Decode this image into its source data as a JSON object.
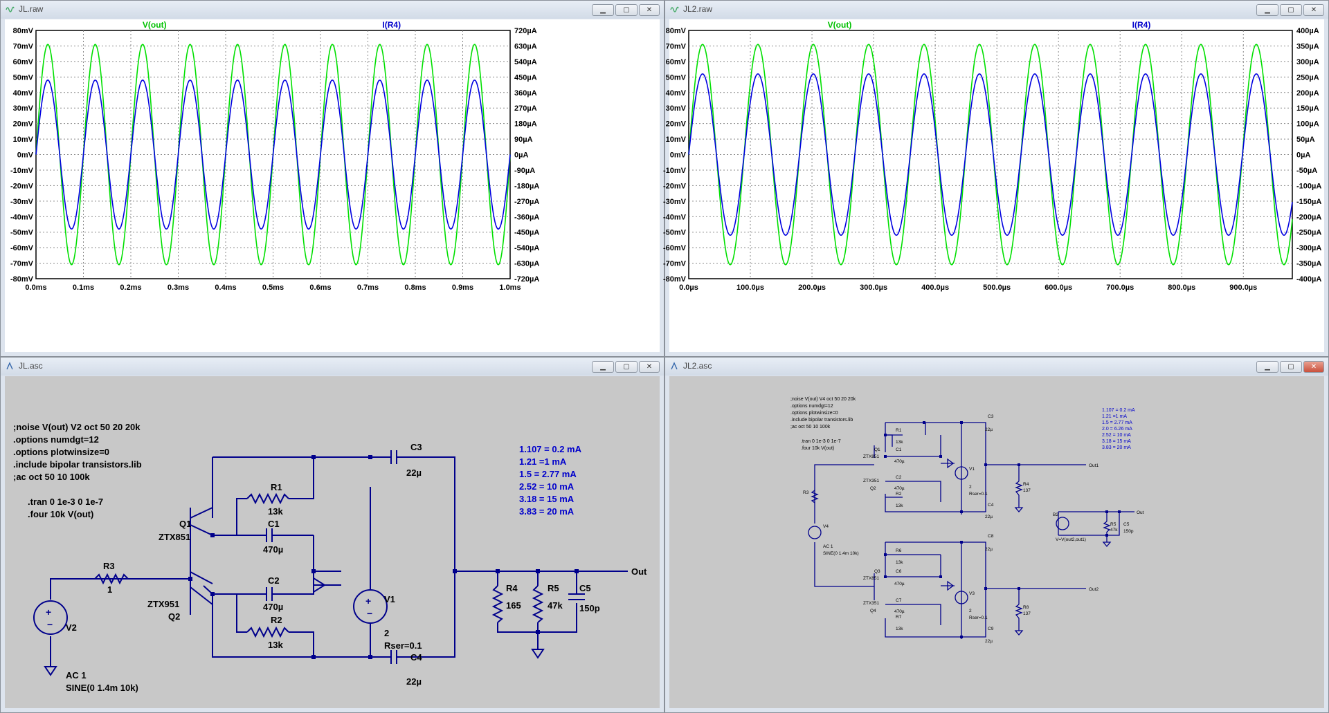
{
  "windows": {
    "plot1": {
      "title": "JL.raw",
      "trace_left": "V(out)",
      "trace_right": "I(R4)",
      "y_left_ticks": [
        "80mV",
        "70mV",
        "60mV",
        "50mV",
        "40mV",
        "30mV",
        "20mV",
        "10mV",
        "0mV",
        "-10mV",
        "-20mV",
        "-30mV",
        "-40mV",
        "-50mV",
        "-60mV",
        "-70mV",
        "-80mV"
      ],
      "y_right_ticks": [
        "720µA",
        "630µA",
        "540µA",
        "450µA",
        "360µA",
        "270µA",
        "180µA",
        "90µA",
        "0µA",
        "-90µA",
        "-180µA",
        "-270µA",
        "-360µA",
        "-450µA",
        "-540µA",
        "-630µA",
        "-720µA"
      ],
      "x_ticks": [
        "0.0ms",
        "0.1ms",
        "0.2ms",
        "0.3ms",
        "0.4ms",
        "0.5ms",
        "0.6ms",
        "0.7ms",
        "0.8ms",
        "0.9ms",
        "1.0ms"
      ]
    },
    "plot2": {
      "title": "JL2.raw",
      "trace_left": "V(out)",
      "trace_right": "I(R4)",
      "y_left_ticks": [
        "80mV",
        "70mV",
        "60mV",
        "50mV",
        "40mV",
        "30mV",
        "20mV",
        "10mV",
        "0mV",
        "-10mV",
        "-20mV",
        "-30mV",
        "-40mV",
        "-50mV",
        "-60mV",
        "-70mV",
        "-80mV"
      ],
      "y_right_ticks": [
        "400µA",
        "350µA",
        "300µA",
        "250µA",
        "200µA",
        "150µA",
        "100µA",
        "50µA",
        "0µA",
        "-50µA",
        "-100µA",
        "-150µA",
        "-200µA",
        "-250µA",
        "-300µA",
        "-350µA",
        "-400µA"
      ],
      "x_ticks": [
        "0.0µs",
        "100.0µs",
        "200.0µs",
        "300.0µs",
        "400.0µs",
        "500.0µs",
        "600.0µs",
        "700.0µs",
        "800.0µs",
        "900.0µs"
      ]
    },
    "schem1": {
      "title": "JL.asc",
      "directives": [
        ";noise V(out) V2 oct 50 20 20k",
        ".options numdgt=12",
        ".options plotwinsize=0",
        ".include bipolar transistors.lib",
        ";ac oct 50 10 100k"
      ],
      "tran": [
        ".tran 0 1e-3 0 1e-7",
        " .four 10k V(out)"
      ],
      "notes": [
        "1.107 = 0.2 mA",
        "1.21 =1 mA",
        "1.5 = 2.77 mA",
        "2.52 = 10 mA",
        "3.18 = 15 mA",
        "3.83 = 20 mA"
      ],
      "labels": {
        "C3": "C3",
        "C3v": "22µ",
        "R1": "R1",
        "R1v": "13k",
        "C1": "C1",
        "C1v": "470µ",
        "Q1": "Q1",
        "Q1m": "ZTX851",
        "R3": "R3",
        "R3v": "1",
        "Q2m": "ZTX951",
        "Q2": "Q2",
        "C2": "C2",
        "C2v": "470µ",
        "R2": "R2",
        "R2v": "13k",
        "V1": "V1",
        "V1v": "2",
        "V1r": "Rser=0.1",
        "C4": "C4",
        "C4v": "22µ",
        "V2": "V2",
        "V2a": "AC 1",
        "V2s": "SINE(0 1.4m 10k)",
        "R4": "R4",
        "R4v": "165",
        "R5": "R5",
        "R5v": "47k",
        "C5": "C5",
        "C5v": "150p",
        "Out": "Out"
      }
    },
    "schem2": {
      "title": "JL2.asc",
      "directives": [
        ";noise V(out) V4 oct 50 20 20k",
        ".options numdgt=12",
        ".options plotwinsize=0",
        ".include bipolar transistors.lib",
        ";ac oct 50 10 100k"
      ],
      "tran": [
        ".tran 0 1e-3 0 1e-7",
        " .four 10k V(out)"
      ],
      "notes": [
        "1.107 = 0.2 mA",
        "1.21 =1 mA",
        "1.5 = 2.77 mA",
        "2.0 = 6.26 mA",
        "2.52 = 10 mA",
        "3.18 = 15 mA",
        "3.83 = 20 mA"
      ],
      "labels": {
        "C3": "C3",
        "C3v": "22µ",
        "R1": "R1",
        "R1v": "13k",
        "Q1": "Q1",
        "Q1m": "ZTX851",
        "C1": "C1",
        "C1v": "470µ",
        "Q2m": "ZTX351",
        "Q2": "Q2",
        "C2": "C2",
        "C2v": "470µ",
        "R2": "R2",
        "R2v": "13k",
        "V1": "V1",
        "V1v": "2",
        "V1r": "Rser=0.1",
        "C4": "C4",
        "C4v": "22µ",
        "R3": "R3",
        "V4": "V4",
        "V4a": "AC 1",
        "V4s": "SINE(0 1.4m 10k)",
        "R4": "R4",
        "R4v": "137",
        "Out1": "Out1",
        "B2": "B2",
        "B2e": "V=V(out2,out1)",
        "R5": "R5",
        "R5v": "47k",
        "C5": "C5",
        "C5v": "150p",
        "Out": "Out",
        "C8": "C8",
        "C8v": "22µ",
        "R6": "R6",
        "R6v": "13k",
        "Q3": "Q3",
        "Q3m": "ZTX851",
        "C6": "C6",
        "C6v": "470µ",
        "Q4m": "ZTX351",
        "Q4": "Q4",
        "C7": "C7",
        "C7v": "470µ",
        "R7": "R7",
        "R7v": "13k",
        "V3": "V3",
        "V3v": "2",
        "V3r": "Rser=0.1",
        "C9": "C9",
        "C9v": "22µ",
        "R8": "R8",
        "R8v": "137",
        "Out2": "Out2"
      }
    }
  },
  "colors": {
    "green": "#00e000",
    "blue": "#0000e0",
    "wire": "#00008b",
    "note": "#0000cc"
  }
}
